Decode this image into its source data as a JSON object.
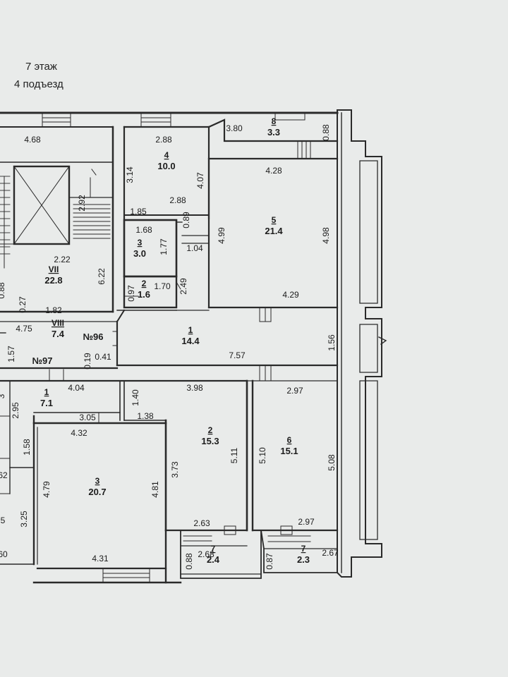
{
  "header": {
    "floor": "7 этаж",
    "entrance": "4 подъезд"
  },
  "rooms": [
    {
      "id": "r4a",
      "number": "4",
      "area": "10.0"
    },
    {
      "id": "r8",
      "number": "8",
      "area": "3.3"
    },
    {
      "id": "r5",
      "number": "5",
      "area": "21.4"
    },
    {
      "id": "r3a",
      "number": "3",
      "area": "3.0"
    },
    {
      "id": "r2a",
      "number": "2",
      "area": "1.6"
    },
    {
      "id": "rVII",
      "number": "VII",
      "area": "22.8"
    },
    {
      "id": "rVIII",
      "number": "VIII",
      "area": "7.4"
    },
    {
      "id": "r1a",
      "number": "1",
      "area": "14.4"
    },
    {
      "id": "r1b",
      "number": "1",
      "area": "7.1"
    },
    {
      "id": "r2b",
      "number": "2",
      "area": "15.3"
    },
    {
      "id": "r6",
      "number": "6",
      "area": "15.1"
    },
    {
      "id": "r3b",
      "number": "3",
      "area": "20.7"
    },
    {
      "id": "r7a",
      "number": "7",
      "area": "2.4"
    },
    {
      "id": "r7b",
      "number": "7",
      "area": "2.3"
    }
  ],
  "flats": [
    "№96",
    "№97"
  ],
  "dimensions": [
    "4.68",
    "2.88",
    "3.80",
    "0.88",
    "3.14",
    "4.07",
    "4.28",
    "2.92",
    "2.88",
    "1.85",
    "0.89",
    "1.68",
    "1.77",
    "1.04",
    "4.99",
    "4.98",
    "2.22",
    "6.22",
    "0.97",
    "1.70",
    "2.49",
    "4.29",
    "0.27",
    "1.82",
    "4.75",
    "1.57",
    "0.19",
    "0.41",
    "7.57",
    "1.56",
    "4.04",
    "1.40",
    "3.98",
    "2.97",
    "2.95",
    "3.05",
    "1.38",
    "4.32",
    "1.58",
    "3.73",
    "5.11",
    "5.10",
    "5.08",
    "4.79",
    "4.81",
    "3.25",
    "2.63",
    "2.97",
    "0.88",
    "2.68",
    "0.87",
    "2.67",
    "4.31",
    "0.88",
    "3",
    "62",
    "5",
    "60"
  ]
}
